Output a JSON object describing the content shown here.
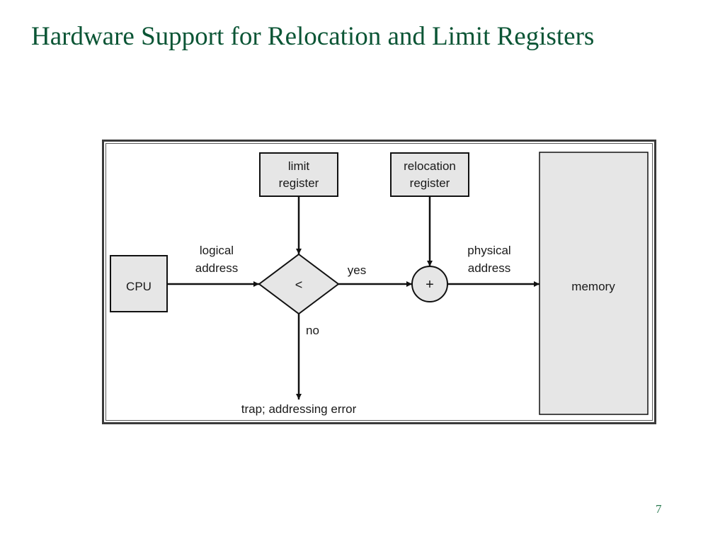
{
  "slide": {
    "title": "Hardware Support for Relocation and Limit Registers",
    "page_number": "7",
    "colors": {
      "title": "#0b5535",
      "box_fill": "#e6e6e6",
      "line": "#111111"
    }
  },
  "diagram": {
    "nodes": {
      "cpu": "CPU",
      "limit_register": [
        "limit",
        "register"
      ],
      "comparator": "<",
      "relocation_register": [
        "relocation",
        "register"
      ],
      "adder": "+",
      "memory": "memory"
    },
    "edges": {
      "logical_address": [
        "logical",
        "address"
      ],
      "yes": "yes",
      "no": "no",
      "physical_address": [
        "physical",
        "address"
      ],
      "trap": "trap; addressing error"
    }
  }
}
